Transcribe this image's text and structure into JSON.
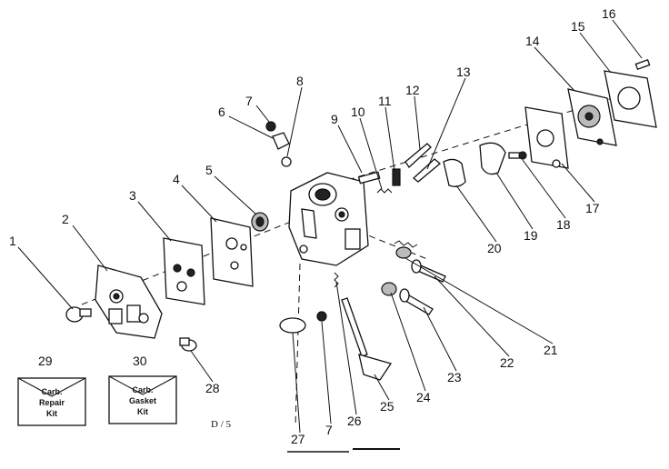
{
  "callouts": [
    {
      "id": "1",
      "label": "1"
    },
    {
      "id": "2",
      "label": "2"
    },
    {
      "id": "3",
      "label": "3"
    },
    {
      "id": "4",
      "label": "4"
    },
    {
      "id": "5",
      "label": "5"
    },
    {
      "id": "6",
      "label": "6"
    },
    {
      "id": "7a",
      "label": "7"
    },
    {
      "id": "8",
      "label": "8"
    },
    {
      "id": "9",
      "label": "9"
    },
    {
      "id": "10",
      "label": "10"
    },
    {
      "id": "11",
      "label": "11"
    },
    {
      "id": "12",
      "label": "12"
    },
    {
      "id": "13",
      "label": "13"
    },
    {
      "id": "14",
      "label": "14"
    },
    {
      "id": "15",
      "label": "15"
    },
    {
      "id": "16",
      "label": "16"
    },
    {
      "id": "17",
      "label": "17"
    },
    {
      "id": "18",
      "label": "18"
    },
    {
      "id": "19",
      "label": "19"
    },
    {
      "id": "20",
      "label": "20"
    },
    {
      "id": "21",
      "label": "21"
    },
    {
      "id": "22",
      "label": "22"
    },
    {
      "id": "23",
      "label": "23"
    },
    {
      "id": "24",
      "label": "24"
    },
    {
      "id": "25",
      "label": "25"
    },
    {
      "id": "26",
      "label": "26"
    },
    {
      "id": "27",
      "label": "27"
    },
    {
      "id": "7b",
      "label": "7"
    },
    {
      "id": "28",
      "label": "28"
    },
    {
      "id": "29",
      "label": "29"
    },
    {
      "id": "30",
      "label": "30"
    }
  ],
  "kits": {
    "repair": {
      "line1": "Carb.",
      "line2": "Repair",
      "line3": "Kit"
    },
    "gasket": {
      "line1": "Carb.",
      "line2": "Gasket",
      "line3": "Kit"
    }
  },
  "reference": "D / 5"
}
